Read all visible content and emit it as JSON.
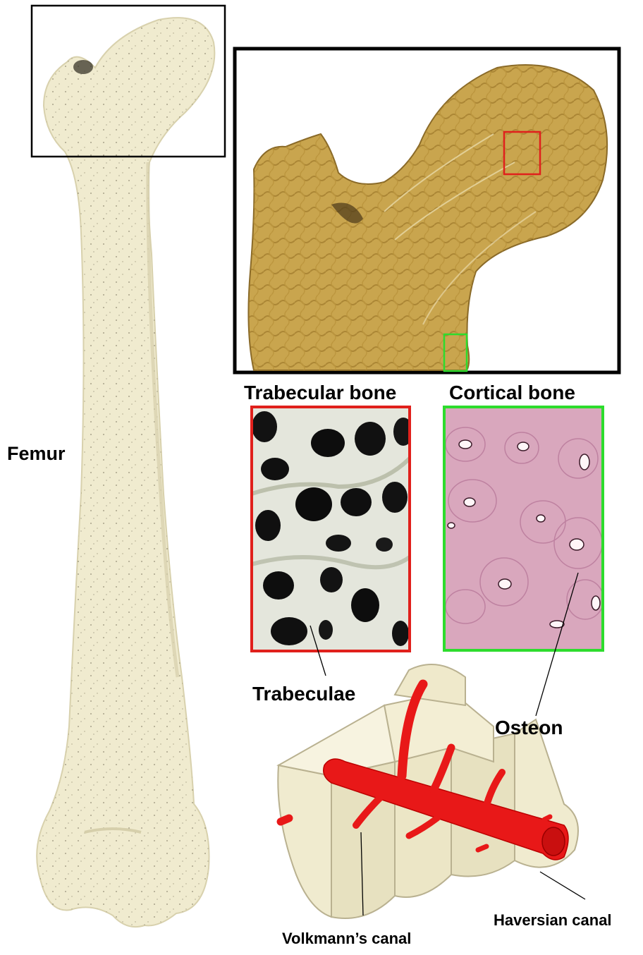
{
  "labels": {
    "femur": "Femur",
    "trabecular_bone": "Trabecular bone",
    "cortical_bone": "Cortical bone",
    "trabeculae": "Trabeculae",
    "osteon": "Osteon",
    "haversian_canal": "Haversian canal",
    "volkmanns_canal": "Volkmann’s canal"
  },
  "colors": {
    "bone": "#f0ebcf",
    "bone_shade": "#d8d1ad",
    "section_fill": "#c9a54e",
    "section_dark": "#8a6a28",
    "trabecular_frame": "#e0201c",
    "cortical_frame": "#2ddc2d",
    "cortical_fill": "#d9a7bd",
    "vessel": "#e81818",
    "frame": "#000000"
  }
}
